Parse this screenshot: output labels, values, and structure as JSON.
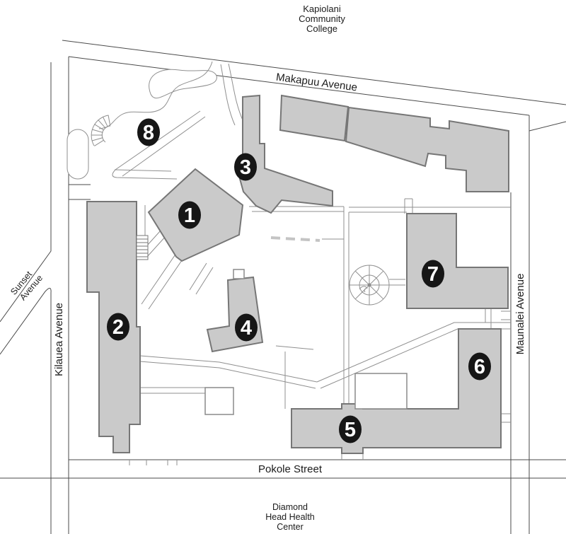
{
  "map": {
    "labels": {
      "kapiolani": [
        "Kapiolani",
        "Community",
        "College"
      ],
      "diamond_head": [
        "Diamond",
        "Head Health",
        "Center"
      ]
    },
    "streets": {
      "makapuu": "Makapuu Avenue",
      "sunset": [
        "Sunset",
        "Avenue"
      ],
      "kilauea": "Kilauea Avenue",
      "maunalei": "Maunalei Avenue",
      "pokole": "Pokole Street"
    },
    "buildings": [
      {
        "number": "1"
      },
      {
        "number": "2"
      },
      {
        "number": "3"
      },
      {
        "number": "4"
      },
      {
        "number": "5"
      },
      {
        "number": "6"
      },
      {
        "number": "7"
      },
      {
        "number": "8"
      }
    ],
    "colors": {
      "building_fill": "#cacaca",
      "building_stroke": "#767676",
      "badge_fill": "#161616",
      "badge_text": "#ffffff",
      "street_line": "#4a4a4a",
      "walkway_line": "#8f8f8f",
      "label_text": "#1b1b1b"
    }
  }
}
